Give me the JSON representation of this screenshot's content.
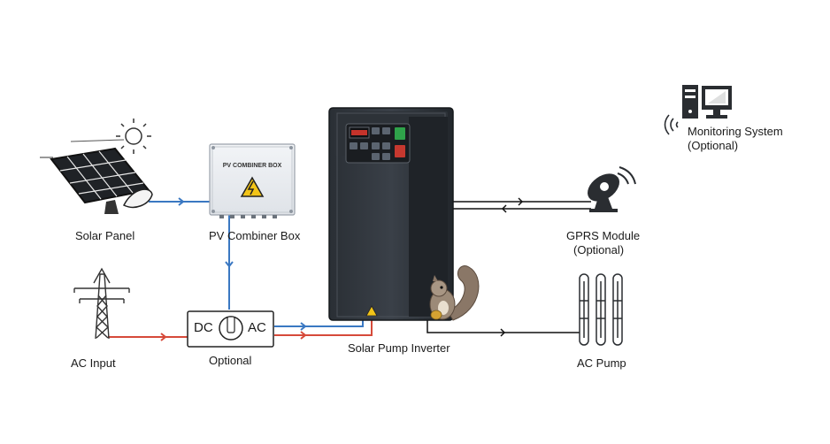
{
  "components": {
    "solar_panel": "Solar Panel",
    "combiner_box": "PV Combiner Box",
    "combiner_box_plate": "PV COMBINER BOX",
    "inverter": "Solar Pump Inverter",
    "gprs_module": "GPRS Module",
    "gprs_optional": "(Optional)",
    "monitoring_system": "Monitoring System",
    "monitoring_optional": "(Optional)",
    "ac_input": "AC Input",
    "optional_switch": "Optional",
    "switch_dc": "DC",
    "switch_ac": "AC",
    "ac_pump": "AC Pump"
  },
  "colors": {
    "dc_line": "#3a78c2",
    "ac_line": "#d64a3a",
    "signal_line": "#111111"
  },
  "icons": [
    "sun-icon",
    "solar-panel-icon",
    "warning-icon",
    "transmission-tower-icon",
    "satellite-dish-icon",
    "computer-icon",
    "wireless-icon",
    "squirrel-icon",
    "pump-icon"
  ]
}
